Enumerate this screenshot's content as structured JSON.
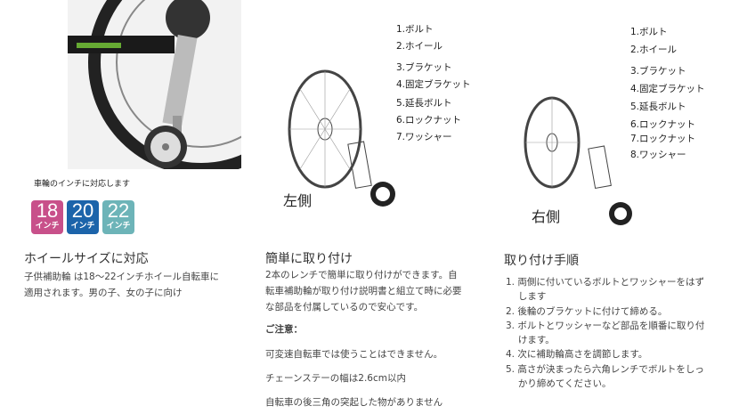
{
  "col1": {
    "note": "車輪のインチに対応します",
    "badges": [
      {
        "n": "18",
        "u": "インチ",
        "color": "#c8508a"
      },
      {
        "n": "20",
        "u": "インチ",
        "color": "#1c64aa"
      },
      {
        "n": "22",
        "u": "インチ",
        "color": "#6db4b8"
      }
    ],
    "title": "ホイールサイズに対応",
    "body": [
      "子供補助輪 は18～22インチホイール自転車に",
      "適用されます。男の子、女の子に向け"
    ]
  },
  "col2": {
    "labels": [
      "1.ボルト",
      "2.ホイール",
      "3.ブラケット",
      "4.固定ブラケット",
      "5.延長ボルト",
      "6.ロックナット",
      "7.ワッシャー"
    ],
    "side": "左側",
    "title": "簡単に取り付け",
    "body": [
      "2本のレンチで簡単に取り付けができます。自",
      "転車補助輪が取り付け説明書と組立て時に必要",
      "な部品を付属しているので安心です。"
    ],
    "caution": "ご注意：",
    "notes": [
      "可変速自転車では使うことはできません。",
      "チェーンステーの幅は2.6cm以内",
      "自転車の後三角の突起した物がありません"
    ]
  },
  "col3": {
    "labels": [
      "1.ボルト",
      "2.ホイール",
      "3.ブラケット",
      "4.固定ブラケット",
      "5.延長ボルト",
      "6.ロックナット",
      "7.ロックナット",
      "8.ワッシャー"
    ],
    "side": "右側",
    "title": "取り付け手順",
    "steps": [
      "1. 両側に付いているボルトとワッシャーをはず",
      "　 します",
      "2. 後輪のブラケットに付けて締める。",
      "3. ボルトとワッシャーなど部品を順番に取り付",
      "　 けます。",
      "4. 次に補助輪高さを調節します。",
      "5. 高さが決まったら六角レンチでボルトをしっ",
      "　 かり締めてください。"
    ]
  }
}
